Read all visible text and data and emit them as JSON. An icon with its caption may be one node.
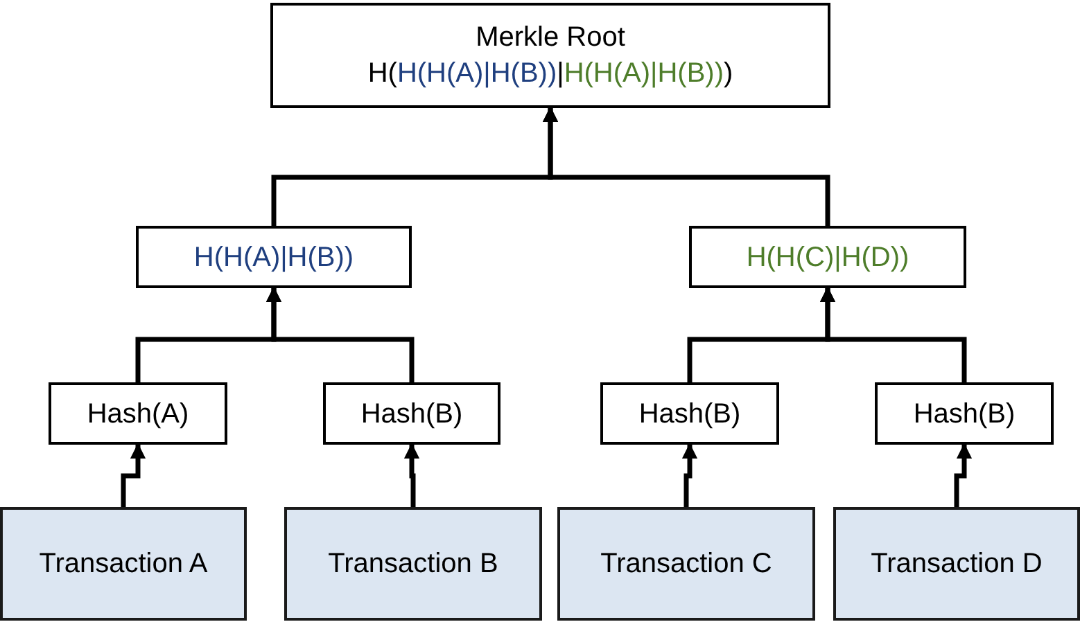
{
  "diagram": {
    "nodes": [
      {
        "text": [
          "Merkle Root",
          "H(H(H(A)|H(B))|H(H(A)|H(B)))"
        ]
      },
      {
        "text": [
          "H(H(A)|H(B))"
        ]
      },
      {
        "text": [
          "H(H(C)|H(D))"
        ]
      },
      {
        "text": [
          "Hash(A)"
        ]
      },
      {
        "text": [
          "Hash(B)"
        ]
      },
      {
        "text": [
          "Hash(B)"
        ]
      },
      {
        "text": [
          "Hash(B)"
        ]
      },
      {
        "text": [
          "Transaction A"
        ]
      },
      {
        "text": [
          "Transaction B"
        ]
      },
      {
        "text": [
          "Transaction C"
        ]
      },
      {
        "text": [
          "Transaction D"
        ]
      }
    ],
    "edges": [
      {
        "from": 7,
        "to": 3,
        "arrow": "to"
      },
      {
        "from": 8,
        "to": 4,
        "arrow": "to"
      },
      {
        "from": 9,
        "to": 5,
        "arrow": "to"
      },
      {
        "from": 10,
        "to": 6,
        "arrow": "to"
      },
      {
        "from": 3,
        "to": 1,
        "arrow": "to"
      },
      {
        "from": 4,
        "to": 1,
        "arrow": "to"
      },
      {
        "from": 5,
        "to": 2,
        "arrow": "to"
      },
      {
        "from": 6,
        "to": 2,
        "arrow": "to"
      },
      {
        "from": 1,
        "to": 0,
        "arrow": "to"
      },
      {
        "from": 2,
        "to": 0,
        "arrow": "to"
      }
    ]
  }
}
